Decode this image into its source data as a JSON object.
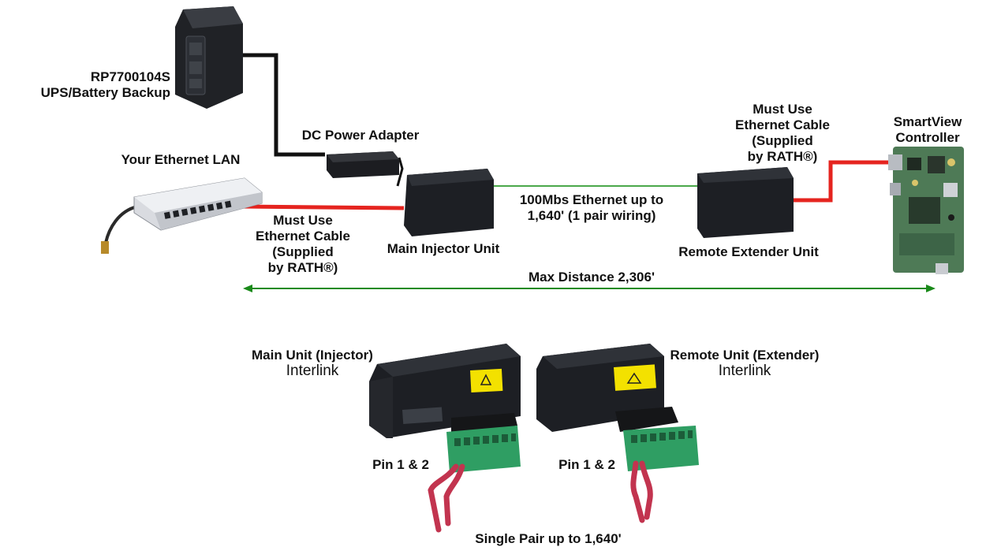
{
  "colors": {
    "lan_cable": "#e5241f",
    "ethernet_link": "#4aa84a",
    "distance_arrow": "#1a8a1a",
    "power_cable": "#111111",
    "pair_wire": "#c2344f",
    "device_dark": "#1f2126",
    "terminal_green": "#2f9e63",
    "warning_label": "#f3e100"
  },
  "icons": [
    "ups-battery-icon",
    "power-adapter-icon",
    "ethernet-switch-icon",
    "injector-unit-icon",
    "extender-unit-icon",
    "controller-board-icon",
    "terminal-block-icon"
  ],
  "labels": {
    "ups_model": "RP7700104S",
    "ups_name": "UPS/Battery Backup",
    "dc_adapter": "DC Power Adapter",
    "lan": "Your Ethernet LAN",
    "cable_note_left": [
      "Must Use",
      "Ethernet Cable",
      "(Supplied",
      "by RATH®)"
    ],
    "injector": "Main Injector Unit",
    "link_speed": [
      "100Mbs Ethernet up to",
      "1,640' (1 pair wiring)"
    ],
    "cable_note_right": [
      "Must Use",
      "Ethernet Cable",
      "(Supplied",
      "by RATH®)"
    ],
    "extender": "Remote Extender Unit",
    "controller": [
      "SmartView",
      "Controller"
    ],
    "max_distance": "Max Distance 2,306'"
  },
  "detail": {
    "main_unit_title": "Main Unit (Injector)",
    "main_unit_sub": "Interlink",
    "remote_unit_title": "Remote Unit (Extender)",
    "remote_unit_sub": "Interlink",
    "pin_left": "Pin 1 & 2",
    "pin_right": "Pin 1 & 2",
    "single_pair": "Single Pair up to 1,640'"
  }
}
